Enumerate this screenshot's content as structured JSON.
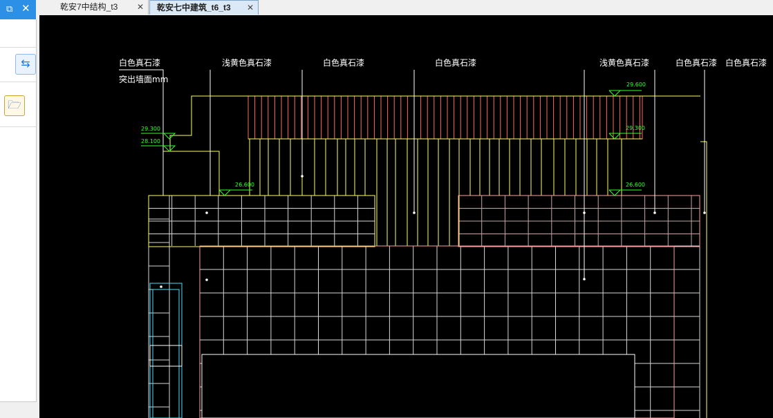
{
  "left_panel": {
    "pin_icon": "restore-window-icon",
    "close_icon": "close-icon",
    "sync_button_icon": "sync-icon",
    "open_folder_icon": "folder-open-icon"
  },
  "tabs": [
    {
      "label": "乾安7中结构_t3",
      "active": false
    },
    {
      "label": "乾安七中建筑_t6_t3",
      "active": true
    }
  ],
  "drawing": {
    "labels": [
      "白色真石漆",
      "突出墙面mm",
      "浅黄色真石漆",
      "白色真石漆",
      "白色真石漆",
      "浅黄色真石漆",
      "白色真石漆",
      "白色真石漆"
    ],
    "elevations": [
      "29.300",
      "28.100",
      "26.600",
      "29.600",
      "29.300",
      "26.600"
    ],
    "colors": {
      "background": "#000000",
      "white": "#ffffff",
      "yellow": "#ffff66",
      "red": "#ff6b5b",
      "green": "#33ff33",
      "cyan": "#44e0ff",
      "grid": "#d8d8d8"
    }
  }
}
